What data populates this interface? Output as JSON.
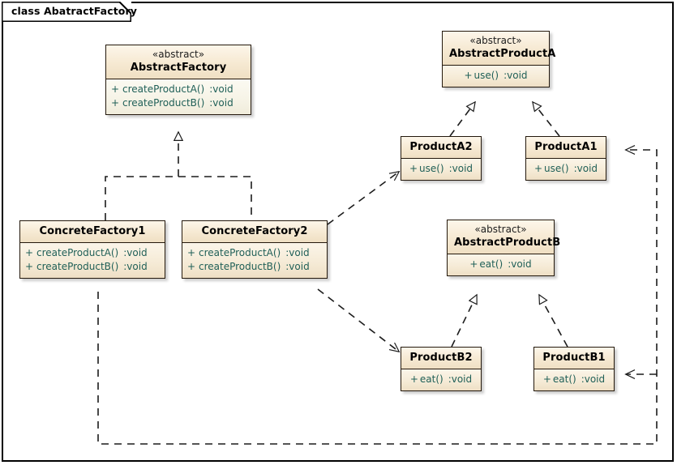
{
  "frame": {
    "title": "class AbatractFactory",
    "border_color": "#000000",
    "background": "#ffffff"
  },
  "theme": {
    "class_header_fill": "#f6e9d2",
    "class_body_fill": "#f5ead5",
    "class_body_pale_fill": "#f6f3e6",
    "class_border": "#23180c",
    "member_text": "#1f5f57",
    "name_text": "#000000",
    "link_color": "#1c1c1c"
  },
  "classes": [
    {
      "id": "abstract-factory",
      "stereotype": "«abstract»",
      "name": "AbstractFactory",
      "members": [
        {
          "visibility": "+",
          "name": "createProductA()",
          "type": ":void"
        },
        {
          "visibility": "+",
          "name": "createProductB()",
          "type": ":void"
        }
      ]
    },
    {
      "id": "abstract-product-a",
      "stereotype": "«abstract»",
      "name": "AbstractProductA",
      "members": [
        {
          "visibility": "+",
          "name": "use()",
          "type": ":void"
        }
      ]
    },
    {
      "id": "product-a2",
      "stereotype": "",
      "name": "ProductA2",
      "members": [
        {
          "visibility": "+",
          "name": "use()",
          "type": ":void"
        }
      ]
    },
    {
      "id": "product-a1",
      "stereotype": "",
      "name": "ProductA1",
      "members": [
        {
          "visibility": "+",
          "name": "use()",
          "type": ":void"
        }
      ]
    },
    {
      "id": "concrete-factory-1",
      "stereotype": "",
      "name": "ConcreteFactory1",
      "members": [
        {
          "visibility": "+",
          "name": "createProductA()",
          "type": ":void"
        },
        {
          "visibility": "+",
          "name": "createProductB()",
          "type": ":void"
        }
      ]
    },
    {
      "id": "concrete-factory-2",
      "stereotype": "",
      "name": "ConcreteFactory2",
      "members": [
        {
          "visibility": "+",
          "name": "createProductA()",
          "type": ":void"
        },
        {
          "visibility": "+",
          "name": "createProductB()",
          "type": ":void"
        }
      ]
    },
    {
      "id": "abstract-product-b",
      "stereotype": "«abstract»",
      "name": "AbstractProductB",
      "members": [
        {
          "visibility": "+",
          "name": "eat()",
          "type": ":void"
        }
      ]
    },
    {
      "id": "product-b2",
      "stereotype": "",
      "name": "ProductB2",
      "members": [
        {
          "visibility": "+",
          "name": "eat()",
          "type": ":void"
        }
      ]
    },
    {
      "id": "product-b1",
      "stereotype": "",
      "name": "ProductB1",
      "members": [
        {
          "visibility": "+",
          "name": "eat()",
          "type": ":void"
        }
      ]
    }
  ],
  "relationships": [
    {
      "id": "cf1-realizes-af",
      "type": "realization",
      "from": "ConcreteFactory1",
      "to": "AbstractFactory"
    },
    {
      "id": "cf2-realizes-af",
      "type": "realization",
      "from": "ConcreteFactory2",
      "to": "AbstractFactory"
    },
    {
      "id": "pa2-realizes-apa",
      "type": "realization",
      "from": "ProductA2",
      "to": "AbstractProductA"
    },
    {
      "id": "pa1-realizes-apa",
      "type": "realization",
      "from": "ProductA1",
      "to": "AbstractProductA"
    },
    {
      "id": "pb2-realizes-apb",
      "type": "realization",
      "from": "ProductB2",
      "to": "AbstractProductB"
    },
    {
      "id": "pb1-realizes-apb",
      "type": "realization",
      "from": "ProductB1",
      "to": "AbstractProductB"
    },
    {
      "id": "cf2-uses-pa2",
      "type": "dependency",
      "from": "ConcreteFactory2",
      "to": "ProductA2"
    },
    {
      "id": "cf2-uses-pb2",
      "type": "dependency",
      "from": "ConcreteFactory2",
      "to": "ProductB2"
    },
    {
      "id": "cf1-uses-pa1",
      "type": "dependency",
      "from": "ConcreteFactory1",
      "to": "ProductA1"
    },
    {
      "id": "cf1-uses-pb1",
      "type": "dependency",
      "from": "ConcreteFactory1",
      "to": "ProductB1"
    }
  ]
}
